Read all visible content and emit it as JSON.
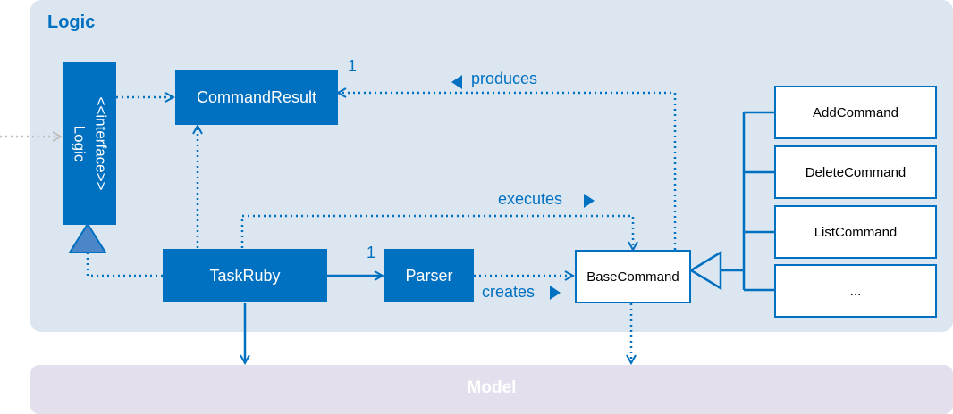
{
  "packages": {
    "logic": "Logic",
    "model": "Model"
  },
  "classes": {
    "interface_stereotype": "<<interface>>",
    "interface_name": "Logic",
    "command_result": "CommandResult",
    "task_ruby": "TaskRuby",
    "parser": "Parser",
    "base_command": "BaseCommand",
    "add_command": "AddCommand",
    "delete_command": "DeleteCommand",
    "list_command": "ListCommand",
    "more_commands": "..."
  },
  "relations": {
    "produces": "produces",
    "executes": "executes",
    "creates": "creates",
    "mult_result": "1",
    "mult_parser": "1"
  },
  "colors": {
    "primary": "#0070c0",
    "logic_bg": "#dce6f1",
    "model_bg": "#e3dfec",
    "external_arrow": "#bfbfbf"
  }
}
